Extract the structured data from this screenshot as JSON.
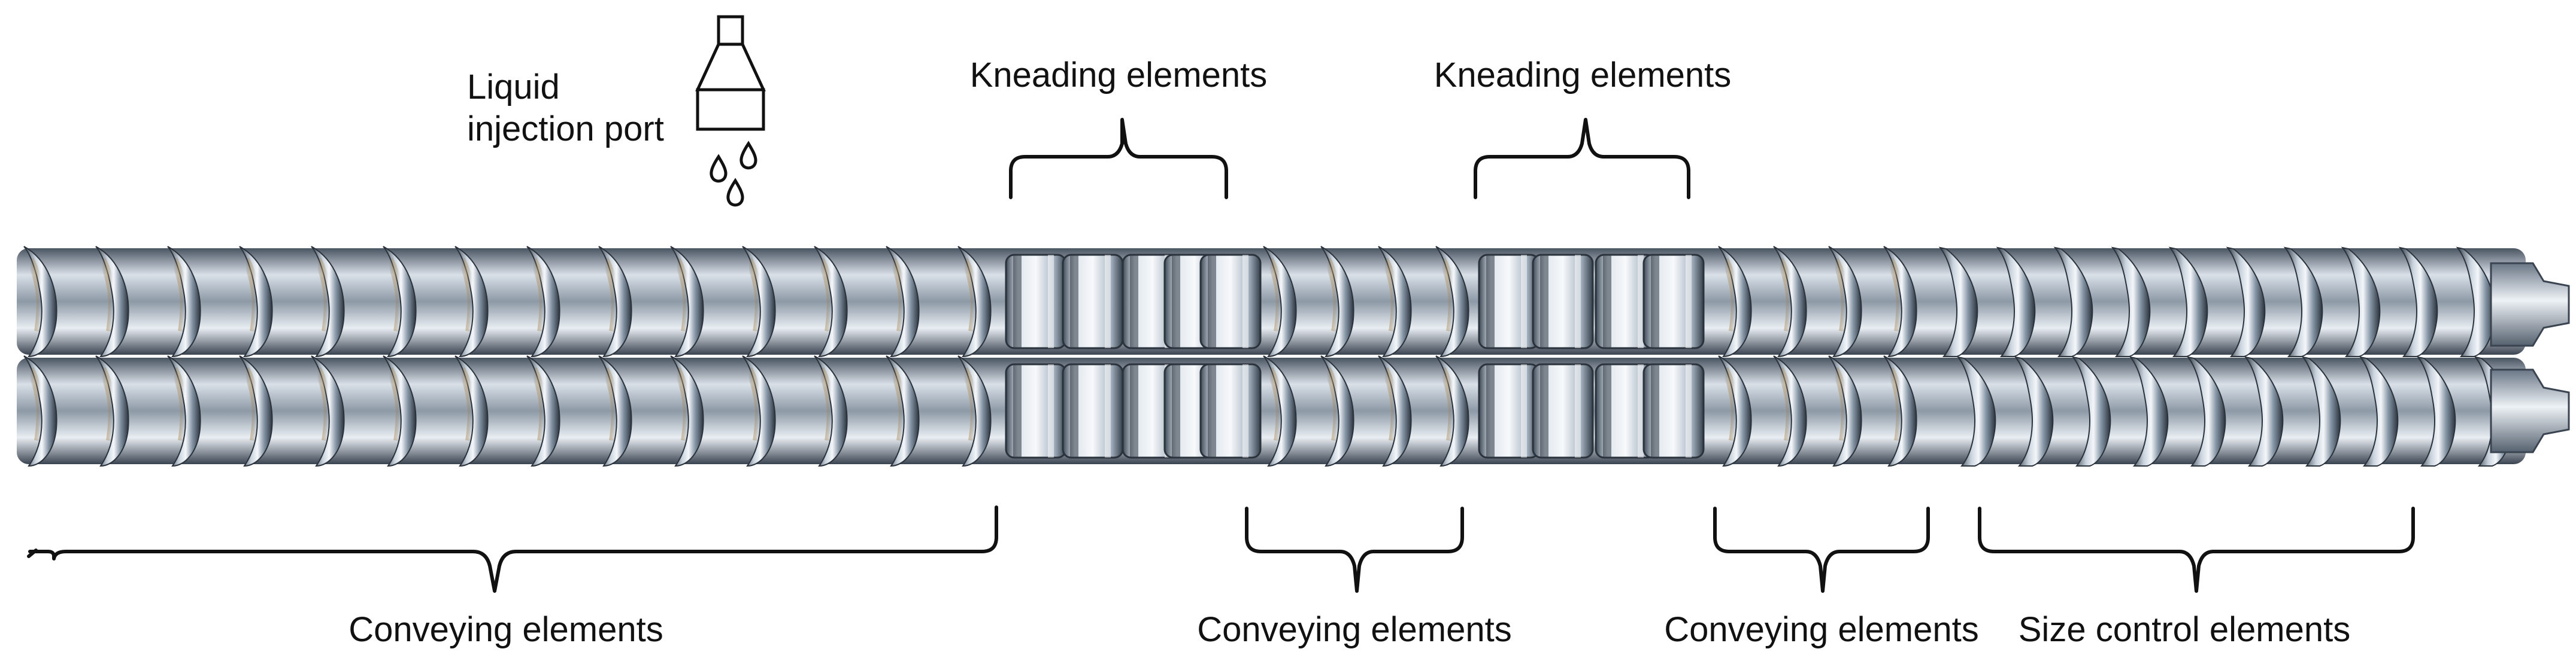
{
  "injection_label": [
    "Liquid",
    "injection port"
  ],
  "kneading_label": "Kneading elements",
  "conveying_label": "Conveying elements",
  "size_control_label": "Size control elements",
  "colors": {
    "steel_light": "#e6ecf2",
    "steel_mid": "#9aa7b4",
    "steel_dark": "#3a4654",
    "brass_tint": "#b89a6a",
    "blue_tint": "#5b7fa6",
    "line": "#111111"
  },
  "icons": [
    "injection-nozzle-icon",
    "droplet-icon"
  ]
}
